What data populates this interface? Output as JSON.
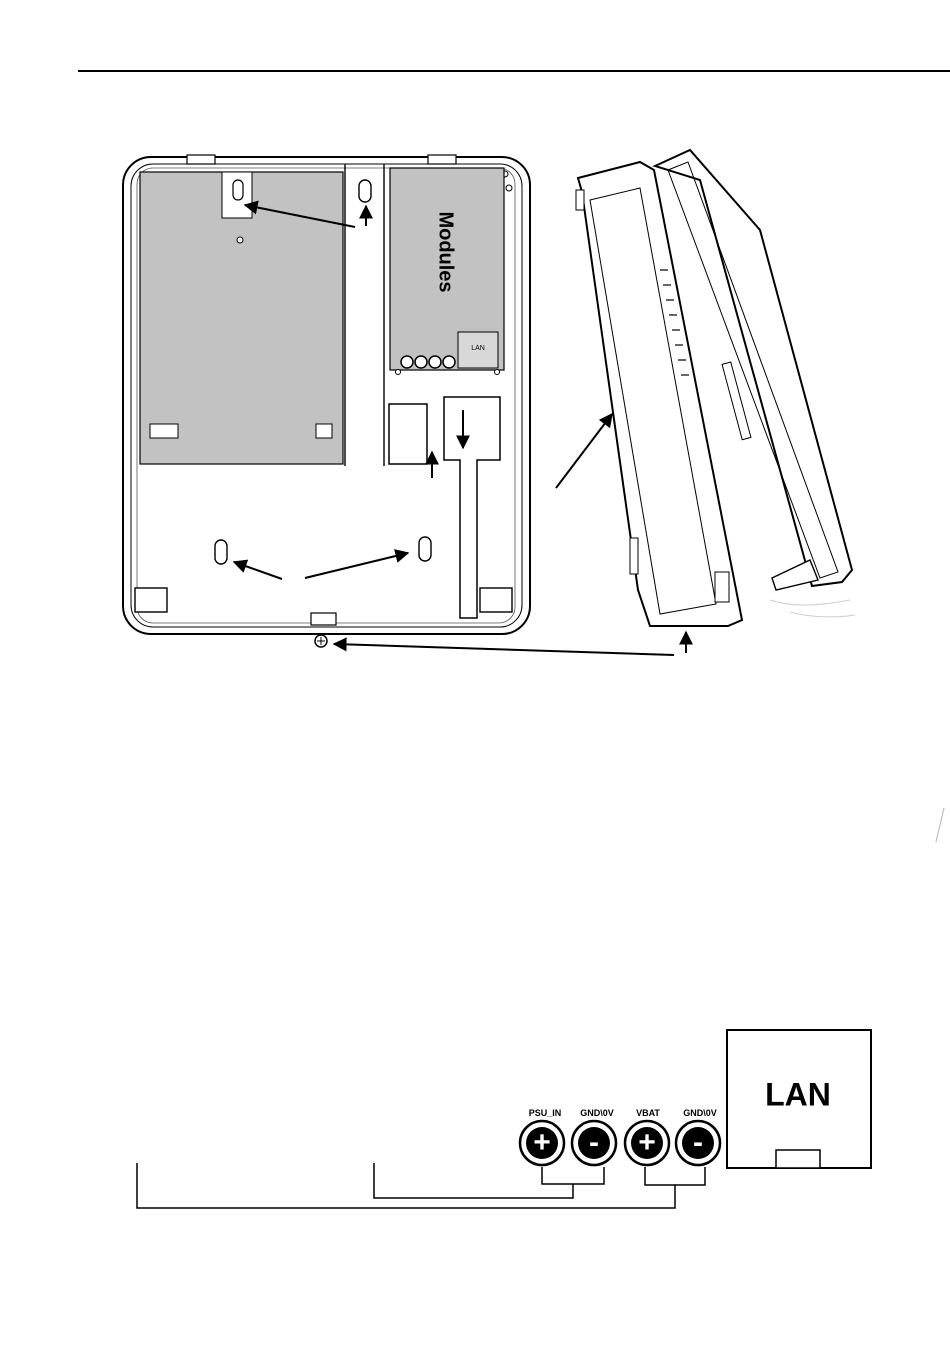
{
  "enclosure": {
    "modules_label": "Modules",
    "lan_port_label": "LAN"
  },
  "terminals": [
    {
      "label": "PSU_IN",
      "symbol": "+"
    },
    {
      "label": "GND\\0V",
      "symbol": "-"
    },
    {
      "label": "VBAT",
      "symbol": "+"
    },
    {
      "label": "GND\\0V",
      "symbol": "-"
    }
  ],
  "lan_connector": {
    "label": "LAN"
  }
}
